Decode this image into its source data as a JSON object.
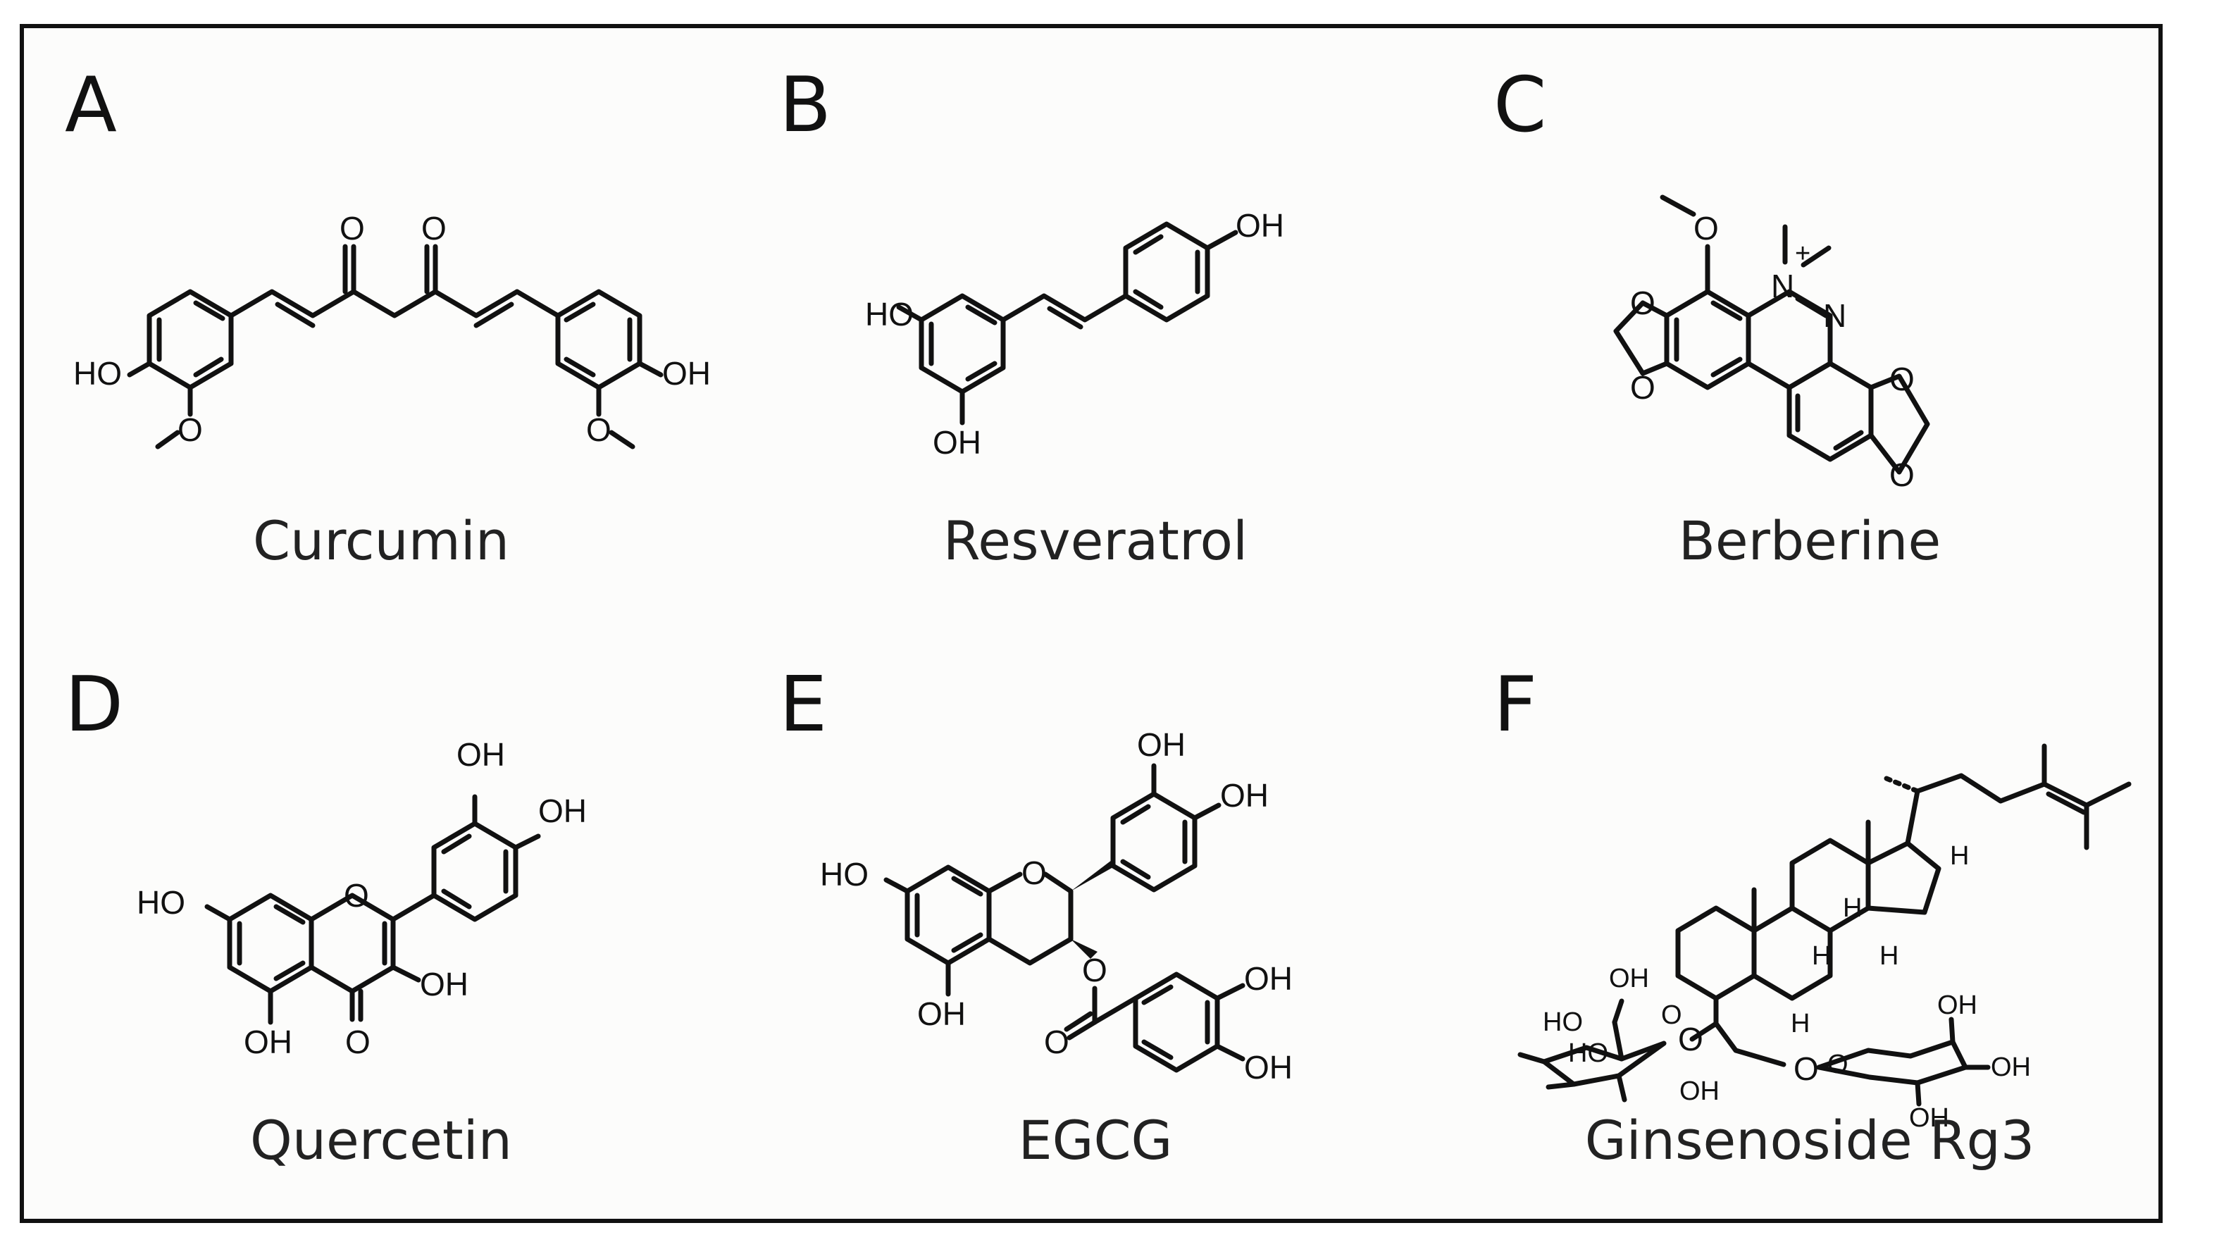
{
  "panels": [
    {
      "letter": "A",
      "name": "Curcumin",
      "atoms": {
        "o1": "O",
        "o2": "O",
        "ho_left": "HO",
        "ome_left": "O",
        "oh_right": "OH",
        "ome_right": "O"
      }
    },
    {
      "letter": "B",
      "name": "Resveratrol",
      "atoms": {
        "ho": "HO",
        "oh_top": "OH",
        "oh_bottom": "OH"
      }
    },
    {
      "letter": "C",
      "name": "Berberine",
      "atoms": {
        "ome": "O",
        "n_plus": "N",
        "plus": "+",
        "n2": "N",
        "o_a": "O",
        "o_b": "O",
        "o_c": "O",
        "o_d": "O"
      }
    },
    {
      "letter": "D",
      "name": "Quercetin",
      "atoms": {
        "ho": "HO",
        "o_ring": "O",
        "oh_a": "OH",
        "oh_b": "OH",
        "oh_c": "OH",
        "oh_d": "OH",
        "o_keto": "O"
      }
    },
    {
      "letter": "E",
      "name": "EGCG",
      "atoms": {
        "ho": "HO",
        "o_ring": "O",
        "oh_bottom": "OH",
        "oh_b1": "OH",
        "oh_b2": "OH",
        "o_ester": "O",
        "o_keto": "O",
        "oh_g1": "OH",
        "oh_g2": "OH"
      }
    },
    {
      "letter": "F",
      "name": "Ginsenoside Rg3",
      "atoms": {
        "h1": "H",
        "h2": "H",
        "h3": "H",
        "h4": "H",
        "h5": "H",
        "o_link1": "O",
        "o_link2": "O",
        "s1_oh_top": "OH",
        "s1_ho_a": "HO",
        "s1_ho_b": "HO",
        "s1_oh_bottom": "OH",
        "s1_o_ring": "O",
        "s2_o_ring": "O",
        "s2_oh_top": "OH",
        "s2_oh_right": "OH",
        "s2_oh_bottom": "OH"
      }
    }
  ]
}
